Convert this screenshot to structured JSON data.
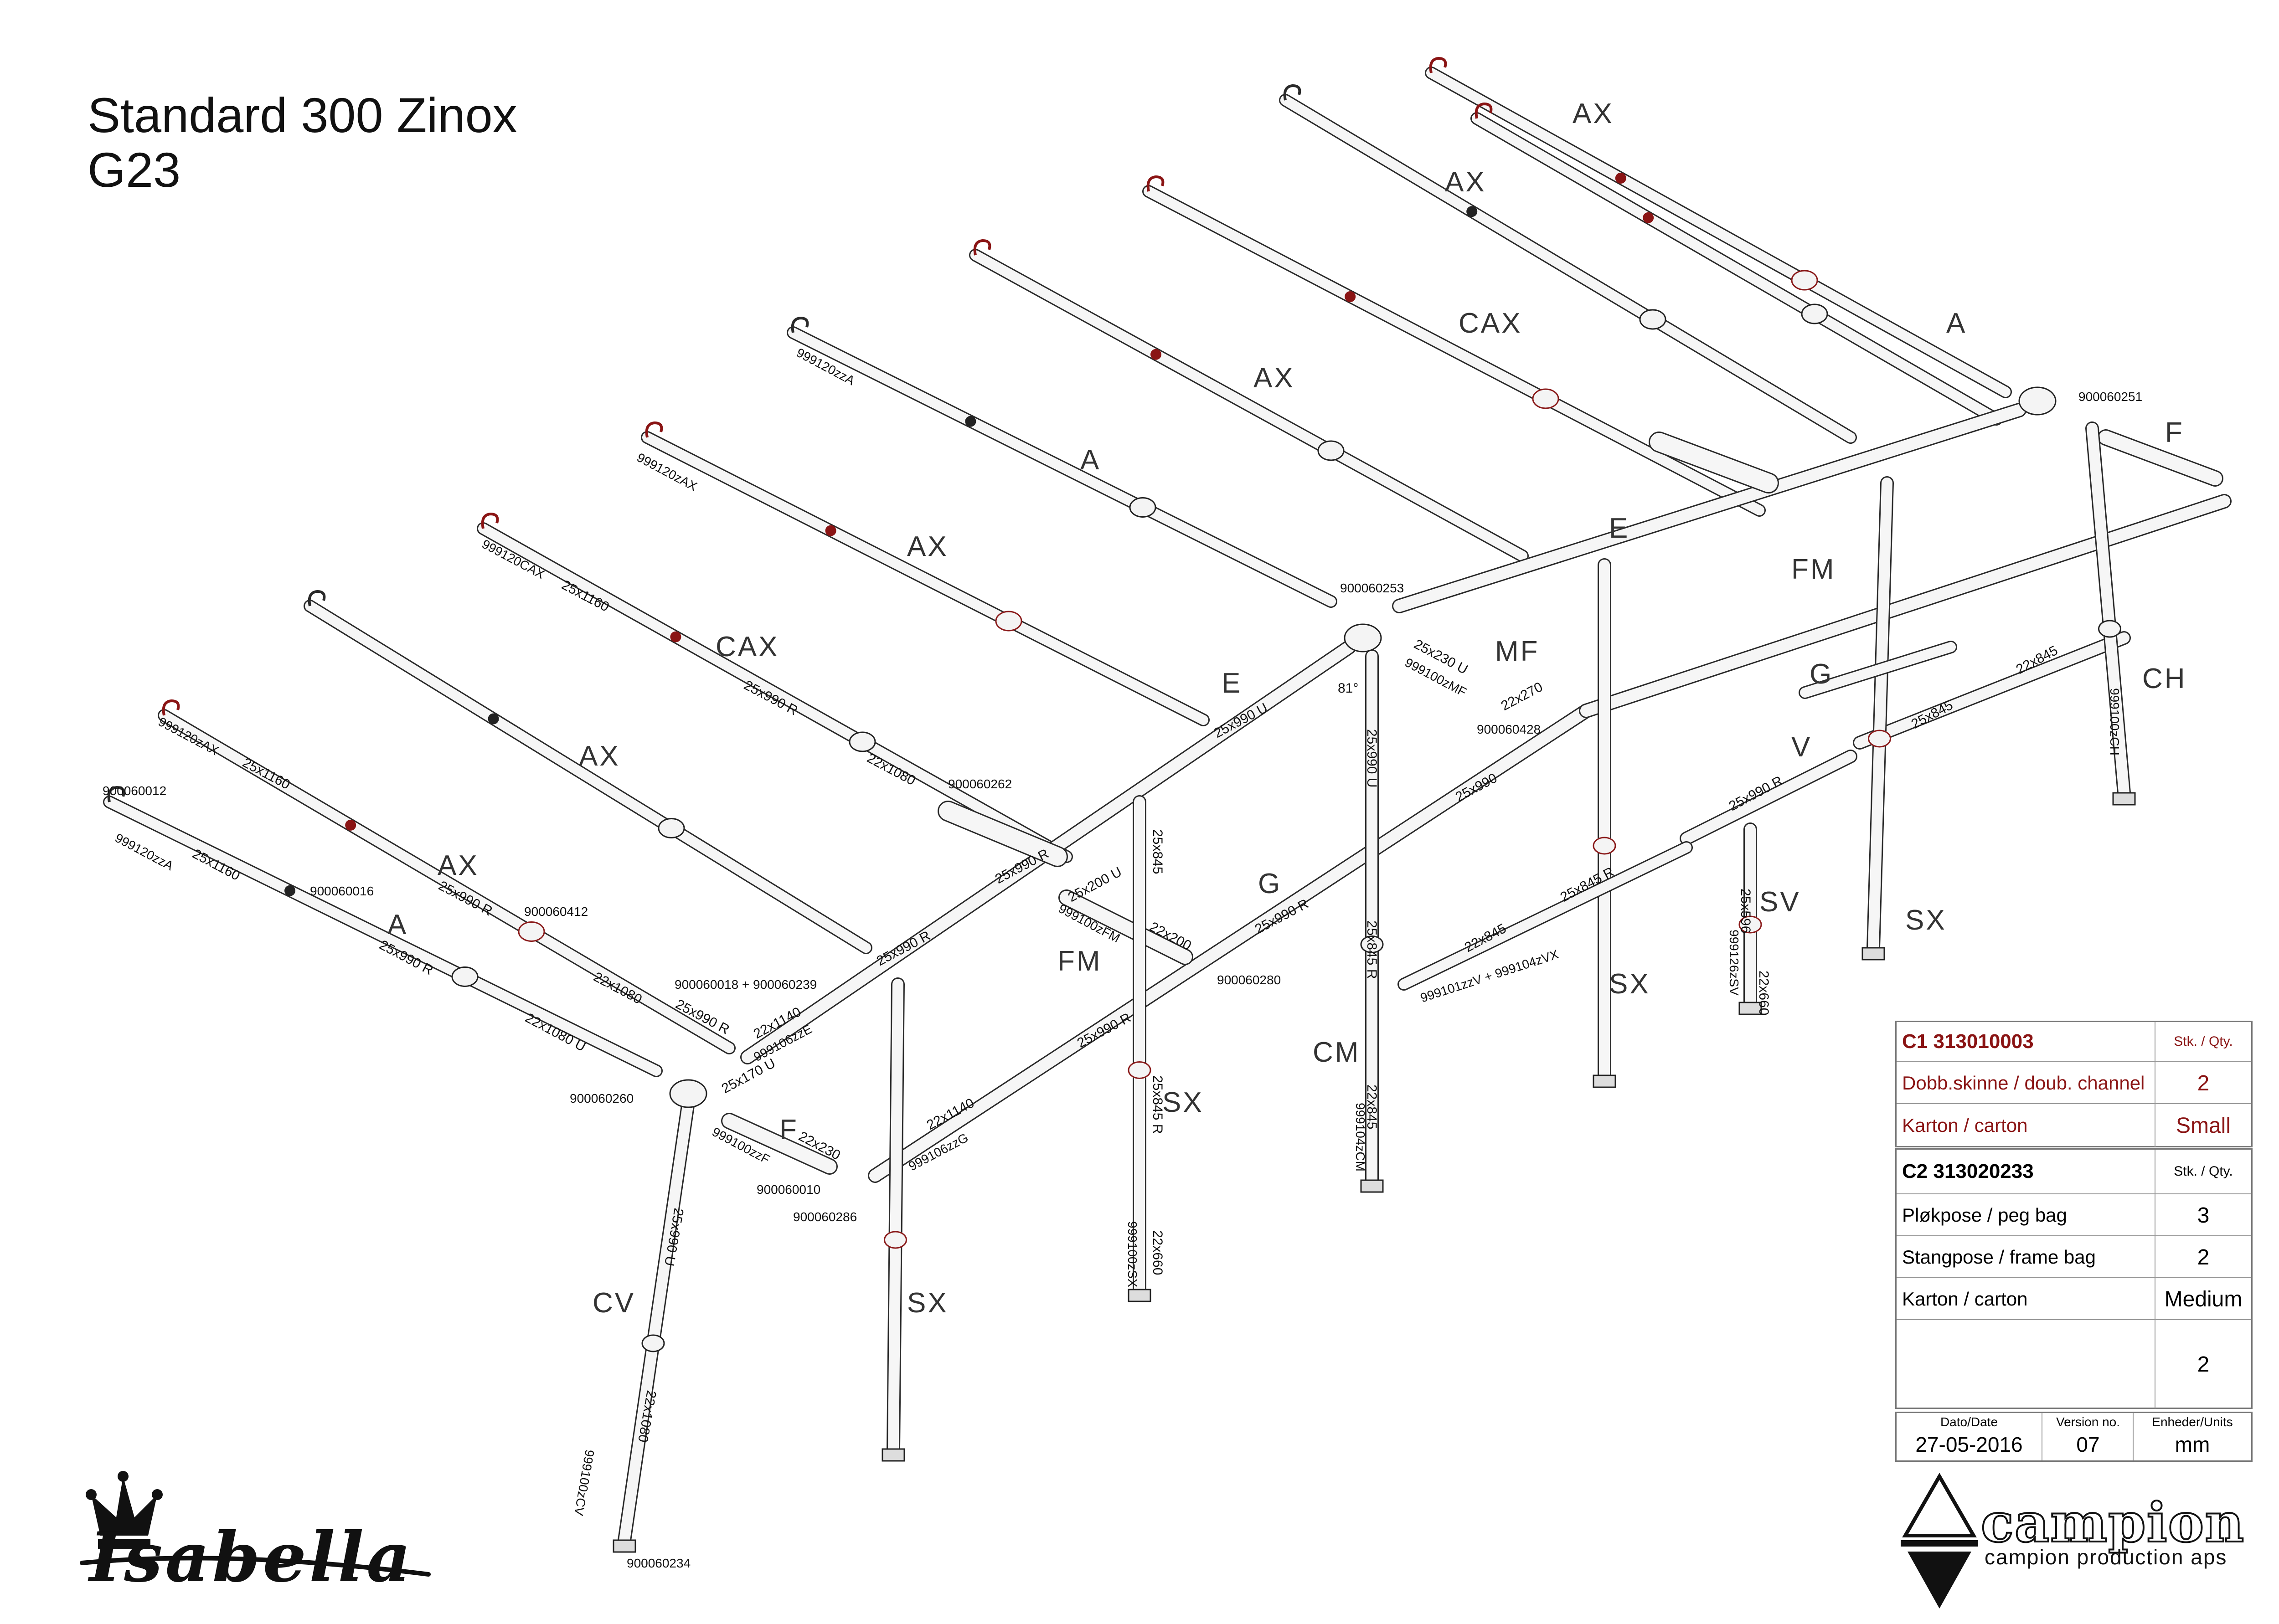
{
  "title": {
    "line1": "Standard 300 Zinox",
    "line2": "G23"
  },
  "part_codes": {
    "ax1": "AX",
    "ax2": "AX",
    "a1": "A",
    "cax1": "CAX",
    "ax3": "AX",
    "a2": "A",
    "ax4": "AX",
    "cax2": "CAX",
    "e1": "E",
    "ax5": "AX",
    "ax6": "AX",
    "a3": "A",
    "e2": "E",
    "f1": "F",
    "fm1": "FM",
    "mf": "MF",
    "g1": "G",
    "ch": "CH",
    "v": "V",
    "sv": "SV",
    "sx1": "SX",
    "sx2": "SX",
    "cm": "CM",
    "g2": "G",
    "fm2": "FM",
    "sx3": "SX",
    "sx4": "SX",
    "f2": "F",
    "cv": "CV"
  },
  "dimensions": {
    "d1": "25x1160",
    "d2": "25x1160",
    "d3": "25x1160",
    "d4": "25x990 R",
    "d5": "22x1080",
    "d6": "25x990 R",
    "d7": "22x1080",
    "d8": "25x990 R",
    "d9": "22x1080 U",
    "d10": "25x990 U",
    "d11": "25x990 R",
    "d12": "25x990 R",
    "d13": "22x1140",
    "d14": "25x230 U",
    "d15": "22x270",
    "d16": "25x990 U",
    "d17": "25x990",
    "d18": "25x845 R",
    "d19": "22x845",
    "d20": "25x845",
    "d21": "22x845",
    "d22": "25x990 R",
    "d23": "25x990 R",
    "d24": "22x1140",
    "d25": "25x200 U",
    "d26": "22x200",
    "d27": "25x845",
    "d28": "25x845 R",
    "d29": "22x660",
    "d30": "25x170 U",
    "d31": "22x230",
    "d32": "25x990 U",
    "d33": "22x1080",
    "d34": "25x990 R",
    "d35": "25x845 R",
    "d36": "22x845",
    "d37": "25x990 R",
    "d38": "25x596",
    "d39": "22x660",
    "d40": "81°"
  },
  "part_numbers": {
    "p1": "999120zzA",
    "p2": "999120zAX",
    "p3": "999120CAX",
    "p4": "999120zAX",
    "p5": "900060012",
    "p6": "999120zzA",
    "p7": "900060016",
    "p8": "900060412",
    "p9": "900060260",
    "p10": "900060262",
    "p11": "900060018 + 900060239",
    "p12": "999106zzE",
    "p13": "900060253",
    "p14": "999100zMF",
    "p15": "900060428",
    "p16": "900060251",
    "p17": "999100zCH",
    "p18": "999100zFM",
    "p19": "900060280",
    "p20": "999100zzF",
    "p21": "900060010",
    "p22": "900060286",
    "p23": "999106zzG",
    "p24": "999101zzV + 999104zVX",
    "p25": "999104zCM",
    "p26": "999126zSV",
    "p27": "999100zSX",
    "p28": "999100zCV",
    "p29": "900060234"
  },
  "table_c1": {
    "header": "C1 313010003",
    "qty_header": "Stk. / Qty.",
    "rows": [
      {
        "label": "Dobb.skinne / doub. channel",
        "qty": "2"
      },
      {
        "label": "Karton / carton",
        "qty": "Small"
      }
    ]
  },
  "table_c2": {
    "header": "C2 313020233",
    "qty_header": "Stk. / Qty.",
    "rows": [
      {
        "label": "Pløkpose / peg bag",
        "qty": "3"
      },
      {
        "label": "Stangpose / frame bag",
        "qty": "2"
      },
      {
        "label": "Karton / carton",
        "qty": "Medium"
      },
      {
        "label": "",
        "qty": "2"
      }
    ]
  },
  "footer": {
    "date_label": "Dato/Date",
    "date": "27-05-2016",
    "version_label": "Version no.",
    "version": "07",
    "units_label": "Enheder/Units",
    "units": "mm"
  },
  "brand": {
    "isabella": "Isabella",
    "campion": "campion",
    "campion_sub": "campion production aps"
  },
  "colors": {
    "accent_red": "#8a1414",
    "frame": "#2a2a2a",
    "tube_fill": "#f6f6f6"
  }
}
